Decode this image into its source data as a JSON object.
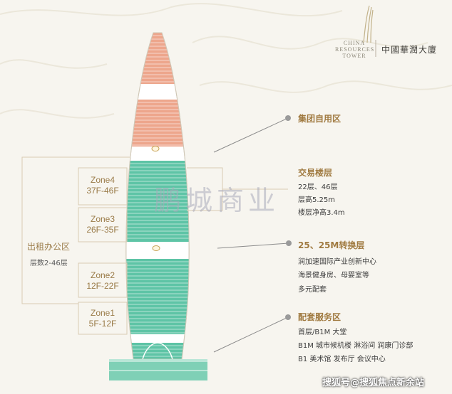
{
  "logo": {
    "en_lines": [
      "CHINA",
      "RESOURCES",
      "TOWER"
    ],
    "cn": "中國華潤大廈"
  },
  "left_panel": {
    "title": "出租办公区",
    "subtitle": "层数2-46层",
    "zones": [
      {
        "name": "Zone4",
        "floors": "37F-46F"
      },
      {
        "name": "Zone3",
        "floors": "26F-35F"
      },
      {
        "name": "Zone2",
        "floors": "12F-22F"
      },
      {
        "name": "Zone1",
        "floors": "5F-12F"
      }
    ]
  },
  "sections": [
    {
      "title": "集团自用区",
      "lines": []
    },
    {
      "title": "交易楼层",
      "lines": [
        "22层、46层",
        "层高5.25m",
        "楼层净高3.4m"
      ]
    },
    {
      "title": "25、25M转换层",
      "lines": [
        "润加速国际产业创新中心",
        "海景健身房、母婴室等",
        "多元配套"
      ]
    },
    {
      "title": "配套服务区",
      "lines": [
        "首层/B1M 大堂",
        "B1M  城市候机楼  淋浴间  润康门诊部",
        "B1  美术馆 发布厅 会议中心"
      ]
    }
  ],
  "watermark": "鹏城商业",
  "footer_watermark": "搜狐号@搜狐焦点新余站",
  "colors": {
    "salmon": "#eda68c",
    "teal": "#5ec4a6",
    "gold": "#a07a40",
    "background": "#f7f5ef"
  }
}
